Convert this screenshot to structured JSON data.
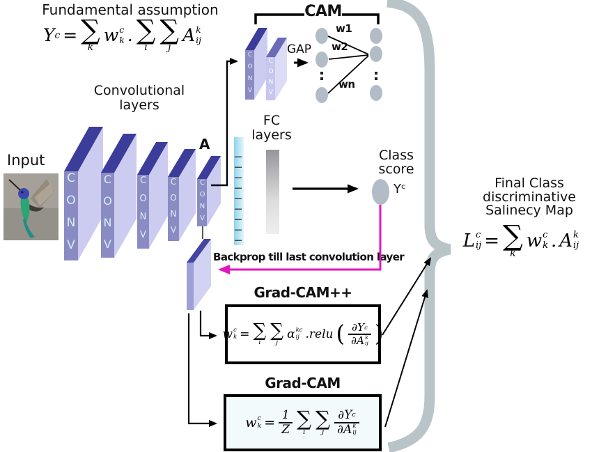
{
  "titles": {
    "fundamental": "Fundamental assumption",
    "conv_layers": [
      "Convolutional",
      "layers"
    ],
    "input": "Input",
    "cam": "CAM",
    "fc_layers": [
      "FC",
      "layers"
    ],
    "class_score": [
      "Class",
      "score"
    ],
    "backprop": "Backprop till last convolution layer",
    "gradcampp": "Grad-CAM++",
    "gradcam": "Grad-CAM",
    "final": [
      "Final Class",
      "discriminative",
      "Salinecy Map"
    ]
  },
  "network": {
    "conv_label": "CONV",
    "feature_map_label": "A",
    "gap_label": "GAP",
    "weight_labels": [
      "w1",
      "w2",
      "wn"
    ],
    "class_score_symbol": "Yᶜ"
  },
  "formulas": {
    "fundamental": [
      {
        "t": "Y",
        "sup": "c"
      },
      {
        "t": "="
      },
      {
        "op": "∑",
        "under": "k"
      },
      {
        "t": "w",
        "sup": "c",
        "sub": "k"
      },
      {
        "t": "."
      },
      {
        "op": "∑",
        "under": "i"
      },
      {
        "op": "∑",
        "under": "j"
      },
      {
        "t": "A",
        "sup": "k",
        "sub": "ij"
      }
    ],
    "gradcampp": [
      {
        "t": "w",
        "sup": "c",
        "sub": "k"
      },
      {
        "t": "="
      },
      {
        "op": "∑",
        "under": "i"
      },
      {
        "op": "∑",
        "under": "j"
      },
      {
        "t": "α",
        "sup": "kc",
        "sub": "ij"
      },
      {
        "t": ".relu"
      },
      {
        "t": "(",
        "big": true
      },
      {
        "frac": true,
        "num": [
          {
            "t": "∂Y",
            "sup": "c"
          }
        ],
        "den": [
          {
            "t": "∂A",
            "sup": "k",
            "sub": "ij"
          }
        ]
      },
      {
        "t": ")",
        "big": true
      }
    ],
    "gradcam": [
      {
        "t": "w",
        "sup": "c",
        "sub": "k"
      },
      {
        "t": "="
      },
      {
        "frac": true,
        "num": [
          {
            "t": "1"
          }
        ],
        "den": [
          {
            "t": "Z"
          }
        ]
      },
      {
        "op": "∑",
        "under": "i"
      },
      {
        "op": "∑",
        "under": "j"
      },
      {
        "frac": true,
        "num": [
          {
            "t": "∂Y",
            "sup": "c"
          }
        ],
        "den": [
          {
            "t": "∂A",
            "sup": "k",
            "sub": "ij"
          }
        ]
      }
    ],
    "final": [
      {
        "t": "L",
        "sup": "c",
        "sub": "ij"
      },
      {
        "t": "="
      },
      {
        "op": "∑",
        "under": "k"
      },
      {
        "t": "w",
        "sup": "c",
        "sub": "k"
      },
      {
        "t": "."
      },
      {
        "t": "A",
        "sup": "k",
        "sub": "ij"
      }
    ]
  },
  "colors": {
    "magenta": "#e317be",
    "brace": "#b9c4c9",
    "node": "#b2bcc6",
    "conv-front": "#8b8bc3",
    "conv-top": "#3c3c9b",
    "conv-side": "#ccccf0",
    "conv-text": "#d6f0f6",
    "conv2-front": "#c6c6ee",
    "conv2-top": "#6a6ab8",
    "conv2-side": "#dcdcf6",
    "small-front": "#9f9fd8",
    "small-top": "#4444a2",
    "small-side": "#d2d2f2",
    "fc-cyan-1": "#8fd4ea",
    "fc-cyan-2": "#e3f6fb",
    "gradcam-box-bg": "#f3fafc"
  }
}
